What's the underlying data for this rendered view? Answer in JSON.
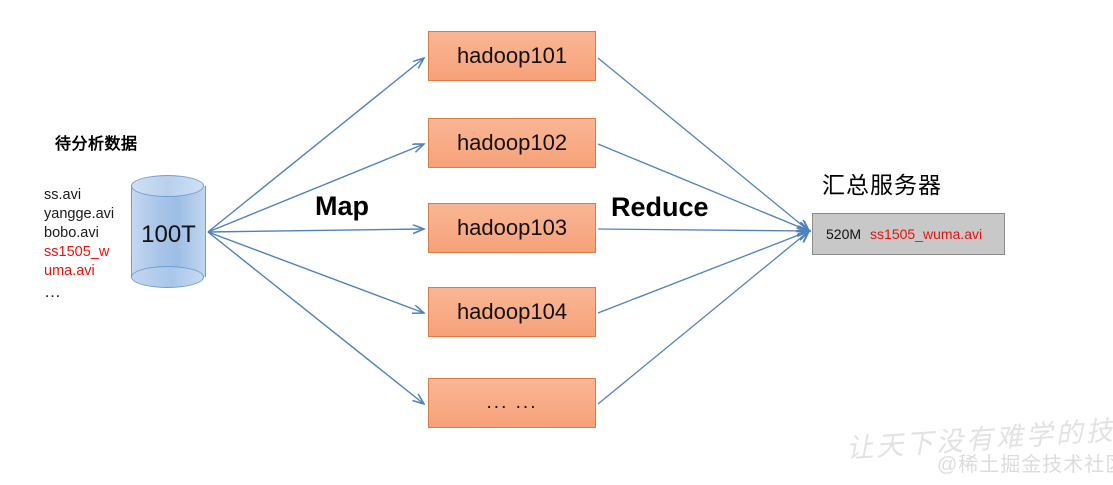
{
  "source": {
    "title": "待分析数据",
    "files": [
      {
        "text": "ss.avi",
        "color": "black"
      },
      {
        "text": "yangge.avi",
        "color": "black"
      },
      {
        "text": "bobo.avi",
        "color": "black"
      },
      {
        "text": "ss1505_w",
        "color": "red"
      },
      {
        "text": "uma.avi",
        "color": "red"
      }
    ],
    "ellipsis": "…",
    "cylinder_label": "100T"
  },
  "phases": {
    "map_label": "Map",
    "reduce_label": "Reduce"
  },
  "nodes": [
    {
      "label": "hadoop101"
    },
    {
      "label": "hadoop102"
    },
    {
      "label": "hadoop103"
    },
    {
      "label": "hadoop104"
    },
    {
      "label": "... ..."
    }
  ],
  "server": {
    "title": "汇总服务器",
    "size": "520M",
    "filename": "ss1505_wuma.avi"
  },
  "watermark": {
    "slogan": "让天下没有难学的技术",
    "brand": "@稀土掘金技术社区"
  },
  "colors": {
    "node_fill": "#f8ab85",
    "node_border": "#e07b43",
    "arrow": "#4f81bd",
    "cylinder_fill": "#a9c6e9",
    "cylinder_border": "#6f9dd3",
    "server_fill": "#c8c8c8",
    "server_border": "#8a8a8a",
    "highlight_text": "#e8110f",
    "background": "#ffffff"
  }
}
